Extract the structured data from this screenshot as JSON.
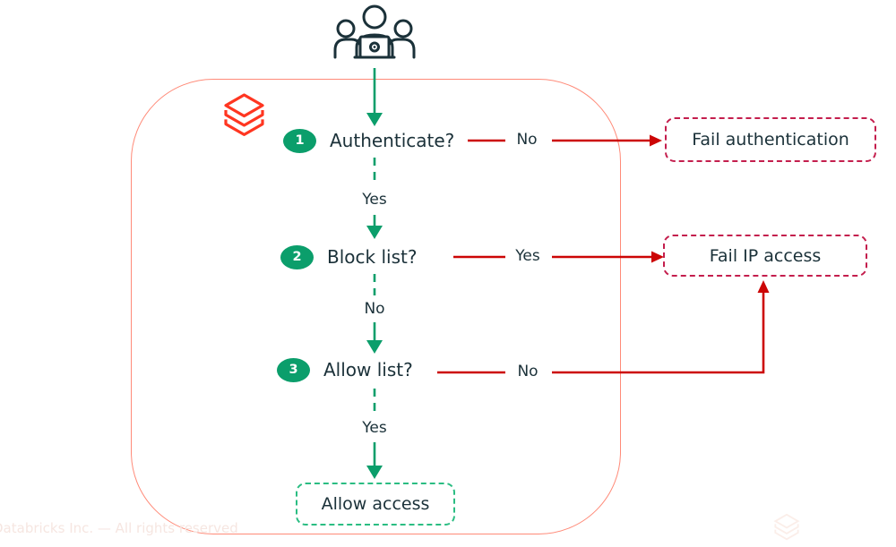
{
  "steps": [
    {
      "number": "1",
      "label": "Authenticate?"
    },
    {
      "number": "2",
      "label": "Block list?"
    },
    {
      "number": "3",
      "label": "Allow list?"
    }
  ],
  "edges": {
    "authenticate_no": "No",
    "authenticate_yes": "Yes",
    "blocklist_yes": "Yes",
    "blocklist_no": "No",
    "allowlist_no": "No",
    "allowlist_yes": "Yes"
  },
  "outcomes": {
    "fail_authentication": "Fail authentication",
    "fail_ip_access": "Fail IP access",
    "allow_access": "Allow access"
  },
  "footer": "Databricks Inc. — All rights reserved",
  "icons": {
    "top": "users-group-laptop-icon",
    "brand": "databricks-logo-icon",
    "watermark": "databricks-watermark-icon"
  },
  "colors": {
    "flow_green": "#0b9e6b",
    "allow_border_green": "#2abd82",
    "arrow_red": "#cc0505",
    "fail_border_crimson": "#c41e4d",
    "container_coral": "#ff8a78",
    "logo_red": "#ff3621",
    "text_navy": "#1b3139"
  }
}
